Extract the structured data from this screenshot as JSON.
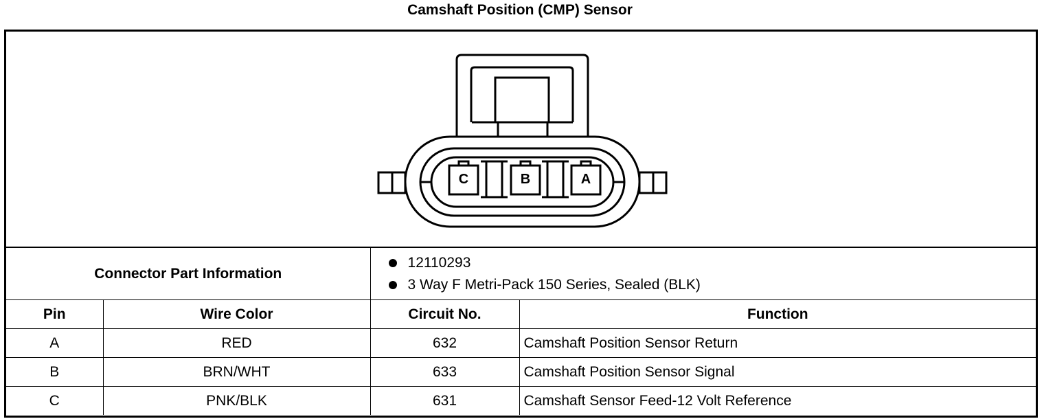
{
  "title": "Camshaft Position (CMP) Sensor",
  "connector": {
    "pins": [
      "C",
      "B",
      "A"
    ]
  },
  "part_info": {
    "label": "Connector Part Information",
    "items": [
      "12110293",
      "3 Way F Metri-Pack 150 Series, Sealed (BLK)"
    ]
  },
  "table": {
    "headers": [
      "Pin",
      "Wire Color",
      "Circuit No.",
      "Function"
    ],
    "rows": [
      [
        "A",
        "RED",
        "632",
        "Camshaft Position Sensor Return"
      ],
      [
        "B",
        "BRN/WHT",
        "633",
        "Camshaft Position Sensor Signal"
      ],
      [
        "C",
        "PNK/BLK",
        "631",
        "Camshaft Sensor Feed-12 Volt Reference"
      ]
    ]
  }
}
